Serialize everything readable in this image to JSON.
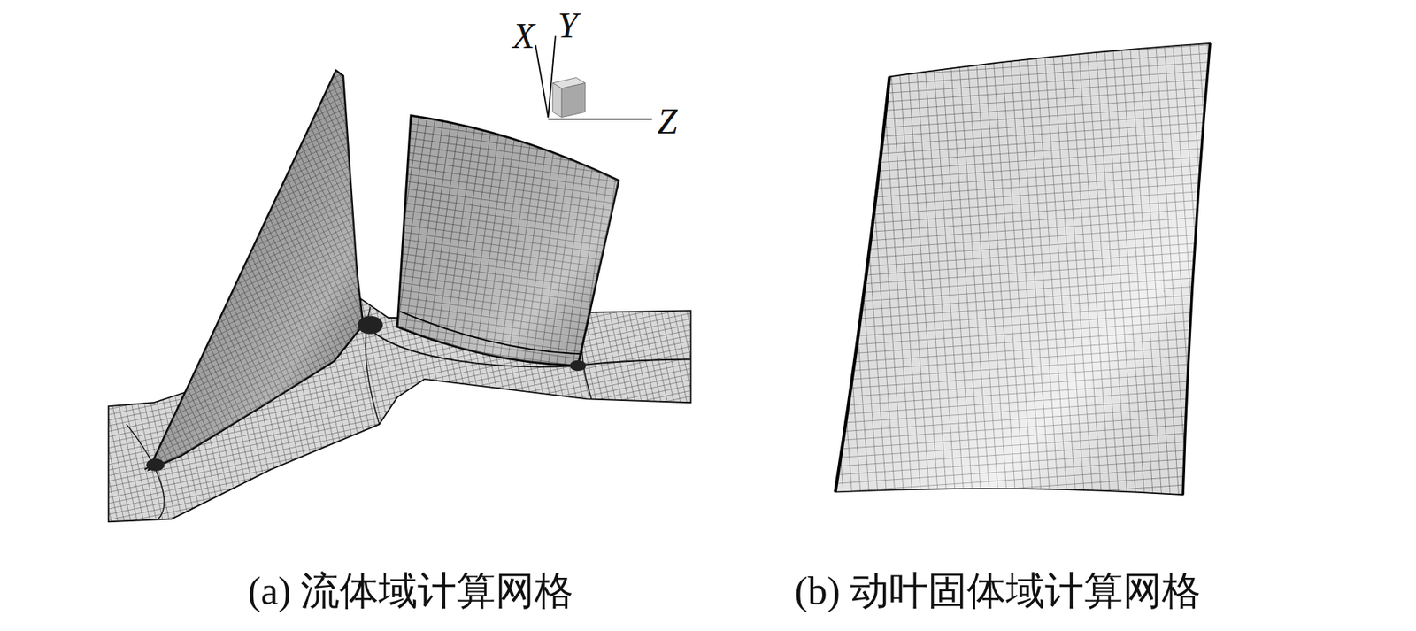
{
  "diagram": {
    "labels": [
      "X",
      "Y",
      "Z",
      "(a) 流体域计算网格",
      "(b) 动叶固体域计算网格"
    ]
  }
}
